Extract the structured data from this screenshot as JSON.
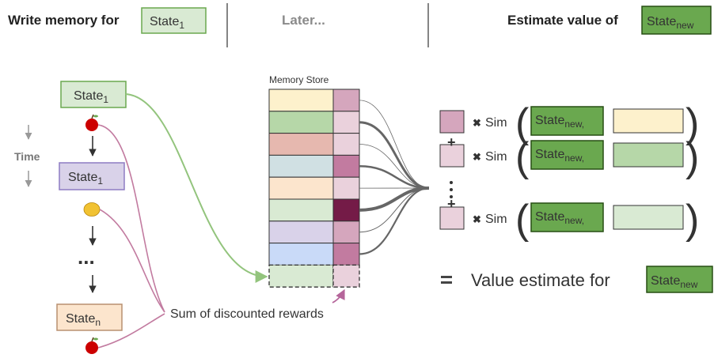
{
  "header": {
    "write_label": "Write memory for",
    "state1_word": "State",
    "state1_sub": "1",
    "later_label": "Later...",
    "estimate_label": "Estimate value of",
    "statenew_word": "State",
    "statenew_sub": "new"
  },
  "left": {
    "time_label": "Time",
    "state1_top": {
      "word": "State",
      "sub": "1"
    },
    "state1_mid": {
      "word": "State",
      "sub": "1"
    },
    "ellipsis": "...",
    "staten": {
      "word": "State",
      "sub": "n"
    },
    "icons": [
      "apple-icon",
      "lemon-icon",
      "apple-icon"
    ]
  },
  "memory": {
    "title": "Memory Store",
    "key_colors": [
      "#fdf1cc",
      "#b6d7a8",
      "#e6b8af",
      "#d0e0e3",
      "#fce5cd",
      "#d9ead3",
      "#d9d2e9",
      "#c9daf8",
      "#d9ead3"
    ],
    "value_colors": [
      "#d5a6bd",
      "#ead1dc",
      "#ead1dc",
      "#c27ba0",
      "#ead1dc",
      "#741b47",
      "#d5a6bd",
      "#c27ba0",
      "#ead1dc"
    ],
    "rewards_label": "Sum of discounted rewards"
  },
  "right": {
    "sim_label": "Sim",
    "state_word": "State",
    "state_sub": "new,",
    "rows": [
      {
        "value_color": "#d5a6bd",
        "key_color": "#fdf1cc"
      },
      {
        "value_color": "#ead1dc",
        "key_color": "#b6d7a8"
      },
      {
        "value_color": "#ead1dc",
        "key_color": "#d9ead3"
      }
    ],
    "result_label": "Value estimate for",
    "result_word": "State",
    "result_sub": "new"
  }
}
